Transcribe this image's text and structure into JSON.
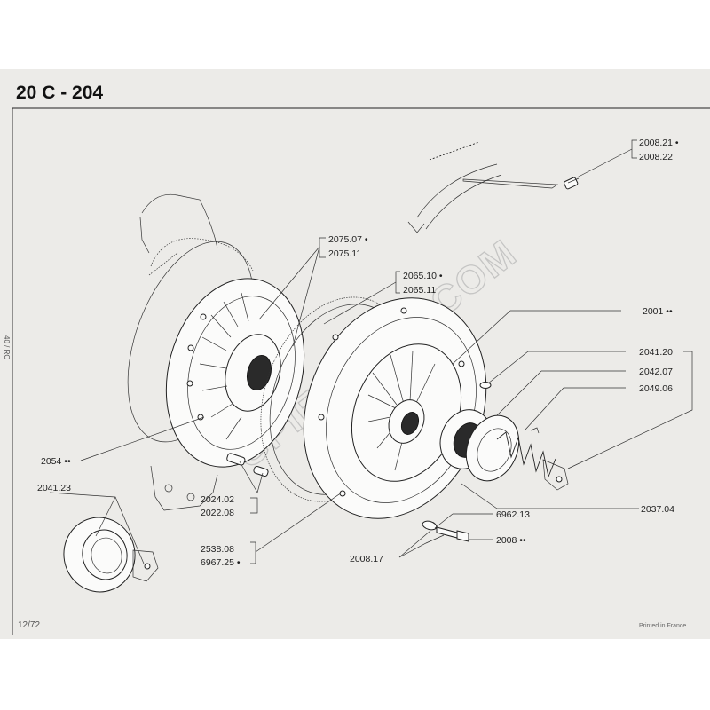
{
  "page": {
    "title": "20 C - 204",
    "page_number": "12/72",
    "footer_note": "Printed in France",
    "side_note": "40 / RC",
    "watermark": "GPIERRE04.COM"
  },
  "labels": {
    "p2008_21": "2008.21 •",
    "p2008_22": "2008.22",
    "p2075_07": "2075.07 •",
    "p2075_11": "2075.11",
    "p2065_10": "2065.10 •",
    "p2065_11": "2065.11",
    "p2001": "2001 ••",
    "p2041_20": "2041.20",
    "p2042_07": "2042.07",
    "p2049_06": "2049.06",
    "p2054": "2054 ••",
    "p2041_23": "2041.23",
    "p2024_02": "2024.02",
    "p2022_08": "2022.08",
    "p2538_08": "2538.08",
    "p6967_25": "6967.25 •",
    "p6962_13": "6962.13",
    "p2008": "2008 ••",
    "p2008_17": "2008.17",
    "p2037_04": "2037.04"
  }
}
